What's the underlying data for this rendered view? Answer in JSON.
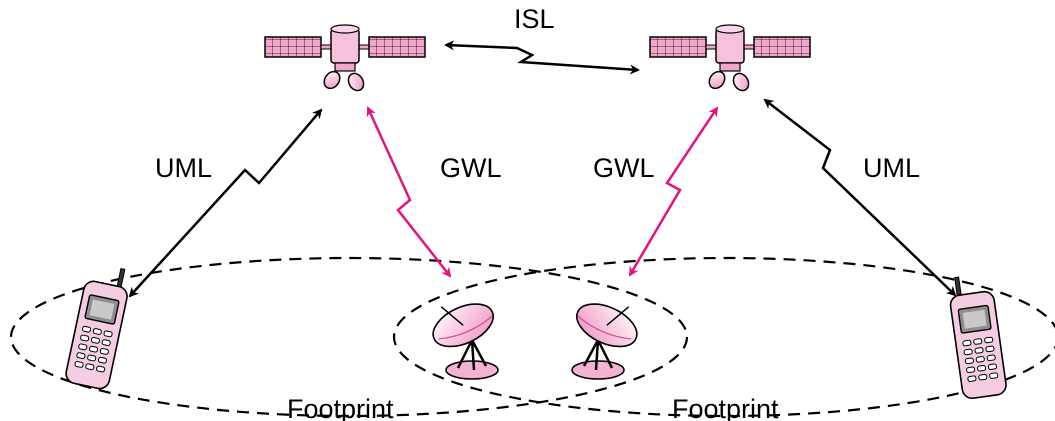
{
  "labels": {
    "isl": "ISL",
    "uml_left": "UML",
    "gwl_left": "GWL",
    "gwl_right": "GWL",
    "uml_right": "UML",
    "footprint_left": "Footprint",
    "footprint_right": "Footprint"
  },
  "colors": {
    "link_black": "#000000",
    "link_magenta": "#e6127e",
    "panel_fill": "#f3a6cc",
    "body_fill": "#f7c1dc",
    "dish_fill": "#f5b3d4",
    "outline": "#000000"
  },
  "icons": {
    "satellite": "satellite-icon",
    "dish": "ground-station-dish-icon",
    "phone": "mobile-phone-icon"
  }
}
